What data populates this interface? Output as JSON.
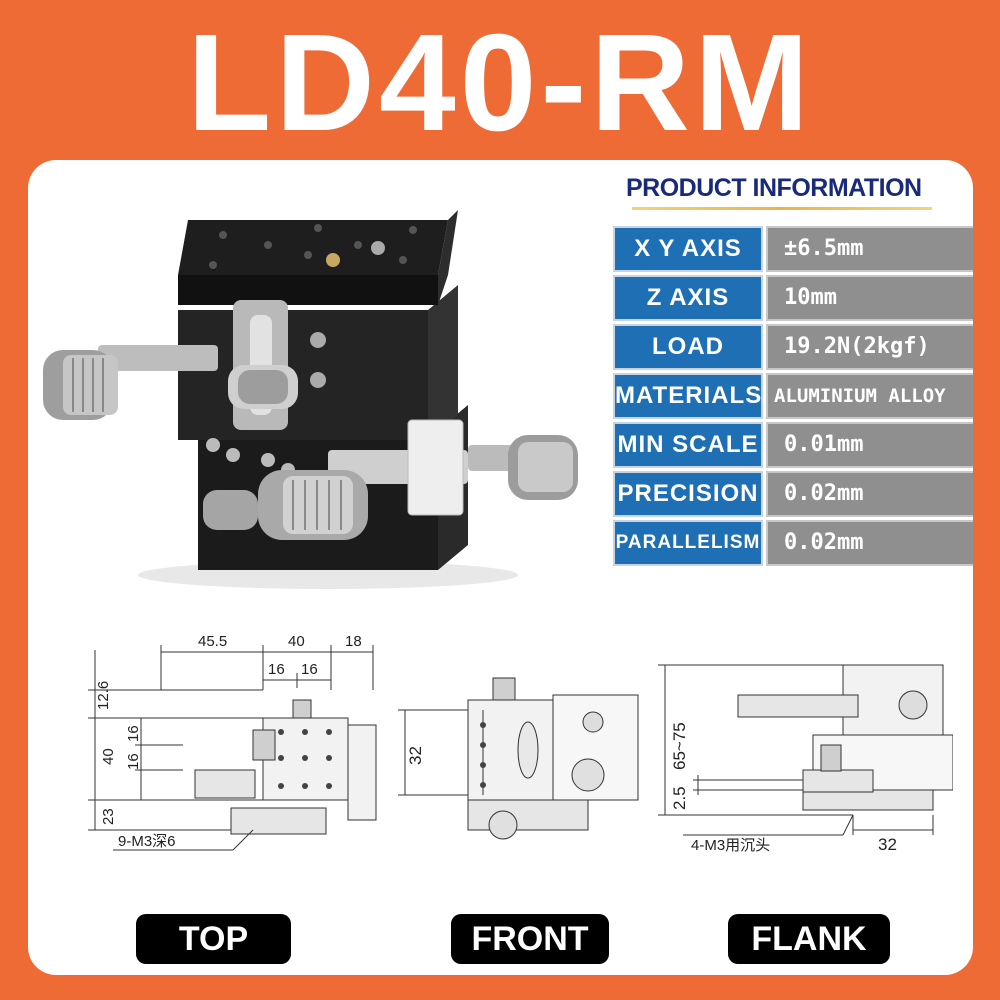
{
  "title": "LD40-RM",
  "info": {
    "heading": "PRODUCT INFORMATION",
    "rows": [
      {
        "key": "X Y AXIS",
        "value": "±6.5mm"
      },
      {
        "key": "Z  AXIS",
        "value": "10mm"
      },
      {
        "key": "LOAD",
        "value": "19.2N(2kgf)"
      },
      {
        "key": "MATERIALS",
        "value": "ALUMINIUM ALLOY"
      },
      {
        "key": "MIN SCALE",
        "value": "0.01mm"
      },
      {
        "key": "PRECISION",
        "value": "0.02mm"
      },
      {
        "key": "PARALLELISM",
        "value": "0.02mm"
      }
    ]
  },
  "drawings": {
    "top": {
      "dims": [
        "45.5",
        "40",
        "18",
        "12.6",
        "16",
        "16",
        "16",
        "16",
        "40",
        "23"
      ],
      "note": "9-M3深6"
    },
    "front": {
      "dims": [
        "32"
      ]
    },
    "flank": {
      "dims": [
        "65~75",
        "2.5",
        "32"
      ],
      "note": "4-M3用沉头"
    }
  },
  "labels": {
    "top": "TOP",
    "front": "FRONT",
    "flank": "FLANK"
  },
  "colors": {
    "border": "#ee6b36",
    "key_bg": "#1f6fb4",
    "value_bg": "#8f8f8f",
    "heading": "#1a2a7a"
  }
}
